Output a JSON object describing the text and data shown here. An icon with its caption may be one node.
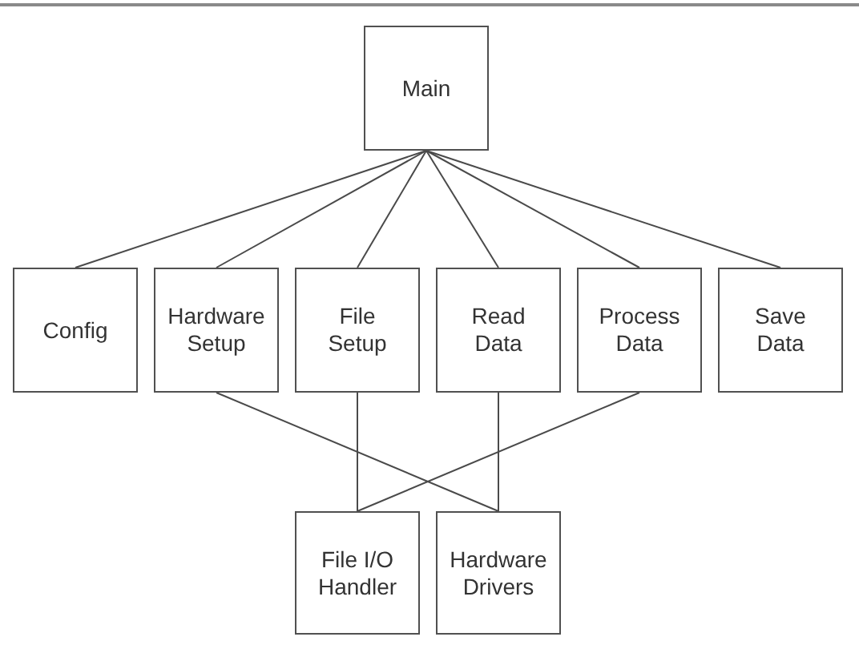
{
  "diagram": {
    "nodes": [
      {
        "text": [
          "Main"
        ]
      },
      {
        "text": [
          "Config"
        ]
      },
      {
        "text": [
          "Hardware Setup"
        ]
      },
      {
        "text": [
          "File Setup"
        ]
      },
      {
        "text": [
          "Read Data"
        ]
      },
      {
        "text": [
          "Process Data"
        ]
      },
      {
        "text": [
          "Save Data"
        ]
      },
      {
        "text": [
          "File I/O Handler"
        ]
      },
      {
        "text": [
          "Hardware Drivers"
        ]
      }
    ],
    "edges": [
      {
        "from": 0,
        "to": 1,
        "arrow": "none"
      },
      {
        "from": 0,
        "to": 2,
        "arrow": "none"
      },
      {
        "from": 0,
        "to": 3,
        "arrow": "none"
      },
      {
        "from": 0,
        "to": 4,
        "arrow": "none"
      },
      {
        "from": 0,
        "to": 5,
        "arrow": "none"
      },
      {
        "from": 0,
        "to": 6,
        "arrow": "none"
      },
      {
        "from": 2,
        "to": 8,
        "arrow": "none"
      },
      {
        "from": 3,
        "to": 7,
        "arrow": "none"
      },
      {
        "from": 4,
        "to": 8,
        "arrow": "none"
      },
      {
        "from": 5,
        "to": 7,
        "arrow": "none"
      }
    ]
  }
}
